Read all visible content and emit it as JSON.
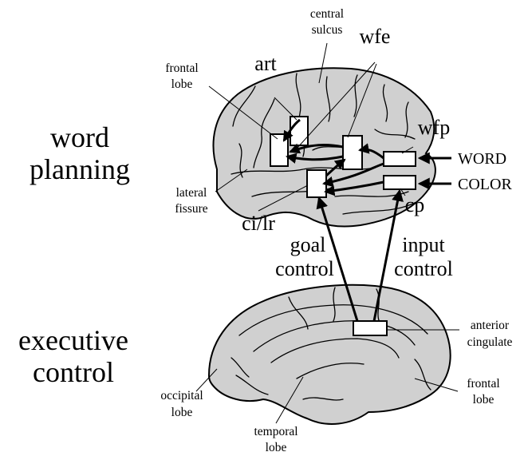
{
  "sections": {
    "word_planning": [
      "word",
      "planning"
    ],
    "executive_control": [
      "executive",
      "control"
    ]
  },
  "upper_brain": {
    "labels": {
      "central_sulcus": [
        "central",
        "sulcus"
      ],
      "frontal_lobe": [
        "frontal",
        "lobe"
      ],
      "lateral_fissure": [
        "lateral",
        "fissure"
      ]
    },
    "components": {
      "art": "art",
      "wfe": "wfe",
      "wfp": "wfp",
      "cp": "cp",
      "ci_lr": "ci/lr"
    },
    "inputs": {
      "word": "WORD",
      "color": "COLOR"
    }
  },
  "pathways": {
    "goal_control": [
      "goal",
      "control"
    ],
    "input_control": [
      "input",
      "control"
    ]
  },
  "lower_brain": {
    "labels": {
      "anterior_cingulate": [
        "anterior",
        "cingulate"
      ],
      "frontal_lobe": [
        "frontal",
        "lobe"
      ],
      "occipital_lobe": [
        "occipital",
        "lobe"
      ],
      "temporal_lobe": [
        "temporal",
        "lobe"
      ]
    }
  }
}
